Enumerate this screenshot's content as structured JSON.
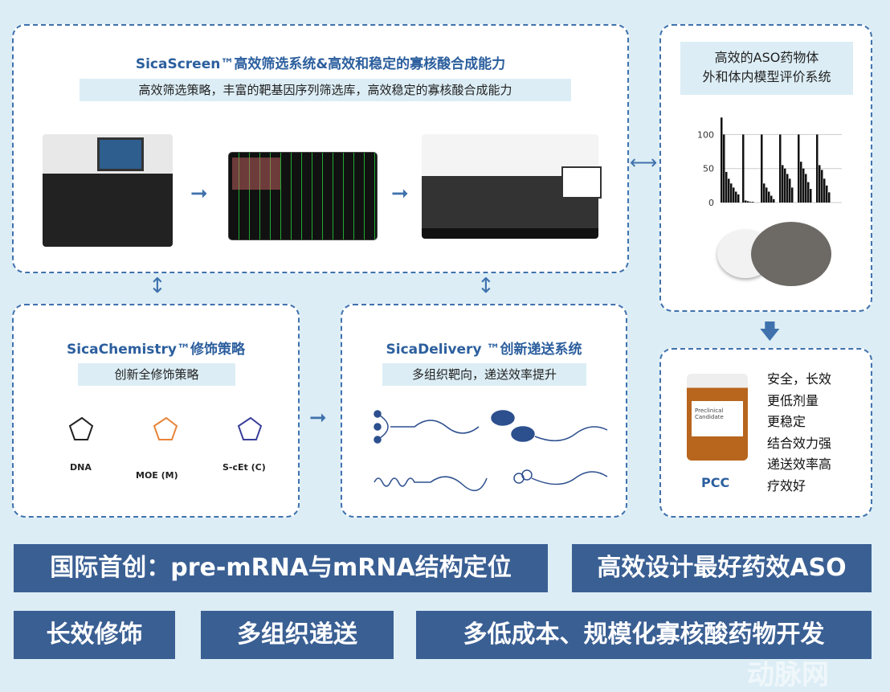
{
  "screen": {
    "title": "SicaScreen™高效筛选系统&高效和稳定的寡核酸合成能力",
    "subtitle": "高效筛选策略，丰富的靶基因序列筛选库，高效稳定的寡核酸合成能力"
  },
  "eval": {
    "title_line1": "高效的ASO药物体",
    "title_line2": "外和体内模型评价系统"
  },
  "chemistry": {
    "title": "SicaChemistry™修饰策略",
    "subtitle": "创新全修饰策略",
    "structures": [
      "DNA",
      "MOE (M)",
      "S-cEt (C)"
    ],
    "structure_colors": [
      "#222222",
      "#e8843a",
      "#3a3f9a"
    ]
  },
  "delivery": {
    "title": "SicaDelivery ™创新递送系统",
    "subtitle": "多组织靶向，递送效率提升"
  },
  "pcc": {
    "label": "PCC",
    "bottle_label": "Preclinical Candidate",
    "benefits": [
      "安全，长效",
      "更低剂量",
      "更稳定",
      "结合效力强",
      "递送效率高",
      "疗效好"
    ]
  },
  "banners": [
    "国际首创：pre-mRNA与mRNA结构定位",
    "高效设计最好药效ASO",
    "长效修饰",
    "多组织递送",
    "多低成本、规模化寡核酸药物开发"
  ],
  "watermark": "动脉网",
  "colors": {
    "accent": "#3f72ad",
    "banner": "#3a5f93",
    "background": "#dcedf5"
  },
  "chart_data": {
    "type": "bar",
    "yticks": [
      0,
      50,
      100
    ],
    "ylim": [
      0,
      130
    ],
    "groups": [
      [
        125,
        100,
        45,
        35,
        28,
        22,
        16,
        12
      ],
      [
        100,
        3,
        2,
        1,
        1
      ],
      [
        100,
        28,
        22,
        16,
        10,
        5
      ],
      [
        100,
        55,
        50,
        42,
        35,
        22
      ],
      [
        100,
        60,
        50,
        42,
        30,
        20
      ],
      [
        100,
        55,
        48,
        35,
        25,
        15
      ]
    ]
  }
}
